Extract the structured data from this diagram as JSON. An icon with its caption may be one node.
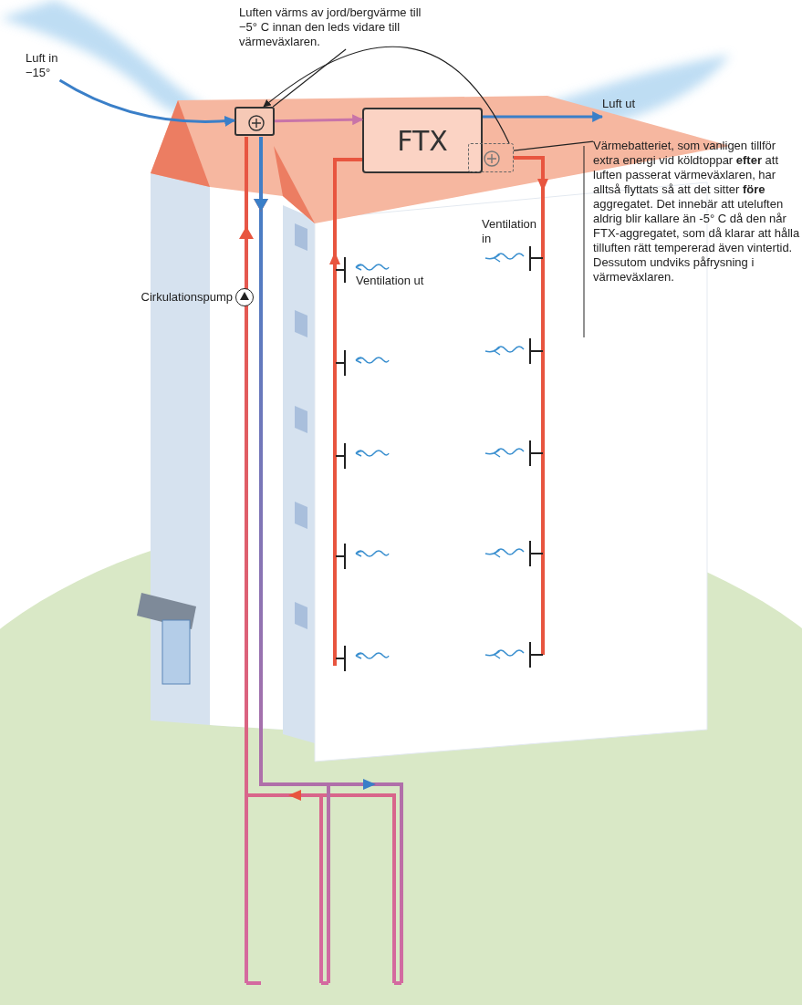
{
  "diagram": {
    "nodes": [
      {
        "text": [
          "Luft in −15°"
        ]
      },
      {
        "text": [],
        "shape": "box"
      },
      {
        "text": [
          "FTX"
        ]
      },
      {
        "text": [
          "Luft ut"
        ]
      },
      {
        "text": [],
        "shape": "box"
      },
      {
        "text": [
          "Luften värms av jord/bergvärme till −5° C innan den leds vidare till värmeväxlaren."
        ]
      },
      {
        "text": [
          "Värmebatteriet, som vanligen tillför extra energi vid köldtoppar **efter** att luften passerat värmeväxlaren, har alltså flyttats så att det sitter **före** aggregatet. Det innebär att uteluften aldrig blir kallare än -5° C då den når FTX-aggregatet, som då klarar att hålla tilluften rätt tempererad även vintertid. Dessutom undviks påfrysning i värmeväxlaren."
        ]
      },
      {
        "text": [],
        "shape": "circle",
        "beside": [
          "Cirkulationspump"
        ]
      }
    ],
    "edges": [
      {
        "from": 0,
        "to": 1,
        "arrow": "to",
        "style": "thick",
        "color": "#3a7fc8"
      },
      {
        "from": 1,
        "to": 2,
        "arrow": "to",
        "style": "thick",
        "color": "#c874a8"
      },
      {
        "from": 2,
        "to": 3,
        "arrow": "to",
        "style": "thick",
        "color": "#3a7fc8"
      },
      {
        "from": 4,
        "to": 1,
        "arrow": "to"
      },
      {
        "from": 5,
        "to": 1,
        "arrow": "none"
      },
      {
        "from": 6,
        "to": 4,
        "arrow": "none"
      }
    ],
    "labels": [
      "Ventilation in",
      "Ventilation ut"
    ]
  }
}
